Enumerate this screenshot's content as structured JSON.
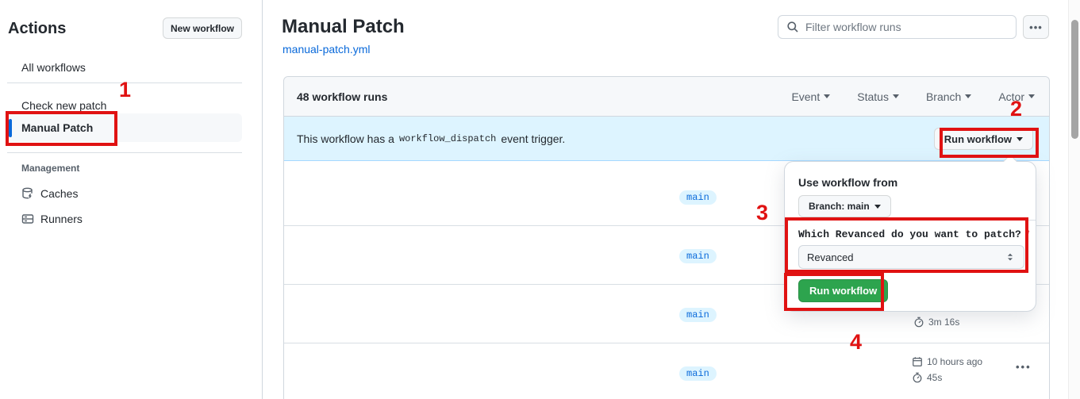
{
  "sidebar": {
    "title": "Actions",
    "new_workflow_button": "New workflow",
    "items": {
      "all_workflows": "All workflows",
      "check_new_patch": "Check new patch",
      "manual_patch": "Manual Patch"
    },
    "management": {
      "label": "Management",
      "caches": "Caches",
      "runners": "Runners"
    }
  },
  "header": {
    "title": "Manual Patch",
    "file_link": "manual-patch.yml",
    "filter_placeholder": "Filter workflow runs",
    "more_label": "•••"
  },
  "runs": {
    "count_label": "48 workflow runs",
    "filters": [
      "Event",
      "Status",
      "Branch",
      "Actor"
    ],
    "banner": {
      "text_pre": "This workflow has a",
      "code": "workflow_dispatch",
      "text_post": "event trigger.",
      "run_workflow_label": "Run workflow"
    },
    "rows": [
      {
        "branch": "main"
      },
      {
        "branch": "main"
      },
      {
        "branch": "main",
        "duration": "3m 16s"
      },
      {
        "branch": "main",
        "date": "10 hours ago",
        "duration": "45s",
        "kebab": "•••"
      }
    ]
  },
  "popup": {
    "title": "Use workflow from",
    "branch_button": "Branch: main",
    "question": "Which Revanced do you want to patch?",
    "required_mark": "*",
    "select_value": "Revanced",
    "run_button": "Run workflow"
  },
  "annotations": {
    "accent_color": "#e01212",
    "step1": "1",
    "step2": "2",
    "step3": "3",
    "step4": "4"
  }
}
